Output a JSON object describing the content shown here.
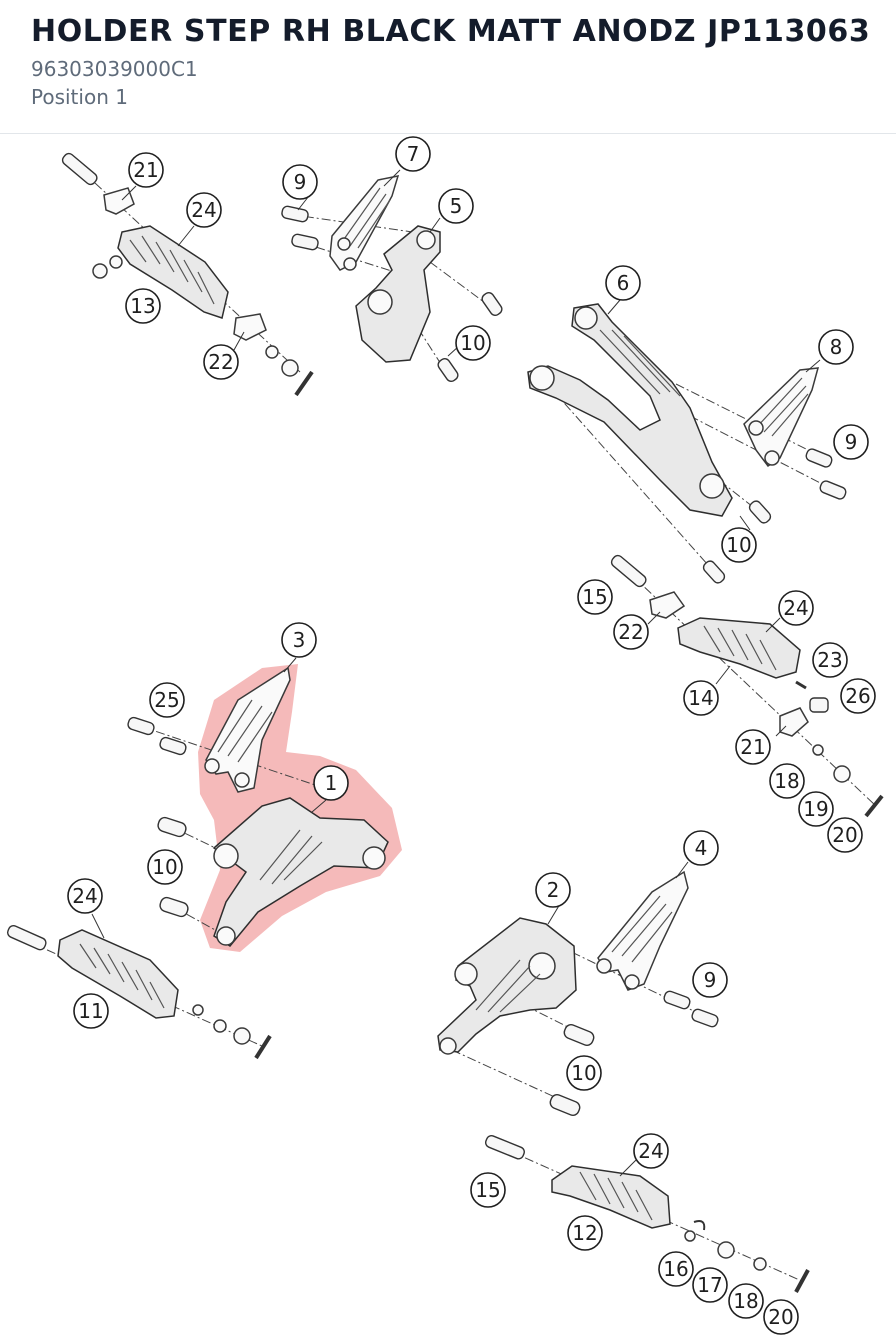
{
  "header": {
    "title": "HOLDER STEP RH BLACK MATT ANODZ JP113063",
    "part_number": "96303039000C1",
    "position": "Position 1"
  },
  "diagram": {
    "highlighted_callout": "1",
    "highlight_color": "#e85a5a",
    "callouts": [
      "21",
      "24",
      "13",
      "22",
      "9",
      "7",
      "5",
      "10",
      "6",
      "8",
      "9",
      "10",
      "15",
      "22",
      "24",
      "23",
      "26",
      "14",
      "21",
      "18",
      "19",
      "20",
      "3",
      "25",
      "1",
      "10",
      "24",
      "11",
      "2",
      "4",
      "9",
      "10",
      "24",
      "15",
      "12",
      "16",
      "17",
      "18",
      "20"
    ]
  }
}
